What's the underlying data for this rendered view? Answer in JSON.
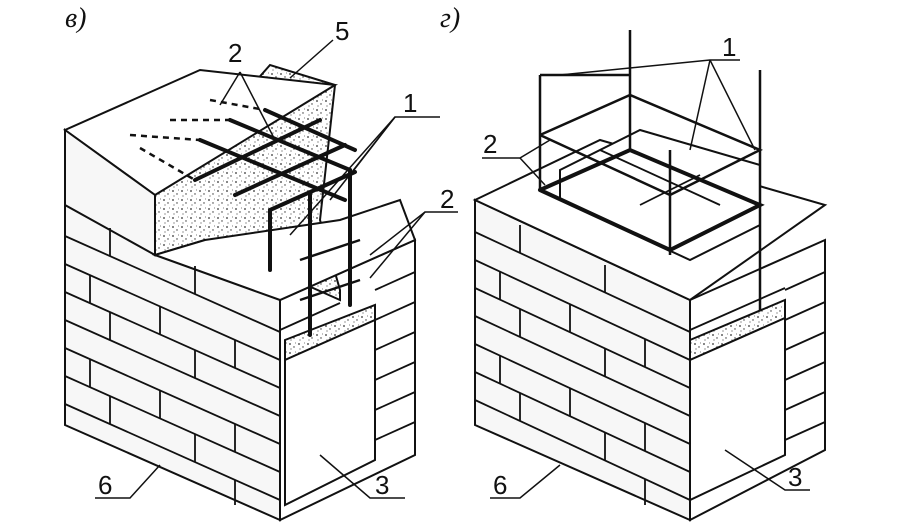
{
  "figures": [
    {
      "pane_label": "в)",
      "callouts": {
        "c1": "1",
        "c2a": "2",
        "c2b": "2",
        "c5": "5",
        "c3": "3",
        "c6": "6"
      }
    },
    {
      "pane_label": "г)",
      "callouts": {
        "c1": "1",
        "c2": "2",
        "c3": "3",
        "c6": "6"
      }
    }
  ],
  "colors": {
    "ink": "#111111",
    "paper": "#ffffff"
  }
}
